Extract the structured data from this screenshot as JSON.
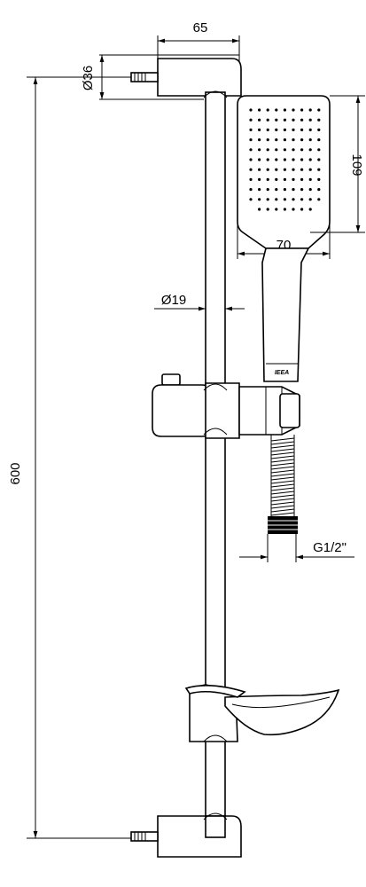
{
  "dimensions": {
    "overall_height": "600",
    "bar_offset": "65",
    "wall_bracket_diameter": "Ø36",
    "rail_diameter": "Ø19",
    "head_height": "109",
    "head_width": "70",
    "hose_thread": "G1/2\""
  },
  "head": {
    "nozzle_rows": 11,
    "nozzle_cols": 9
  },
  "handle_logo": "IEEA"
}
